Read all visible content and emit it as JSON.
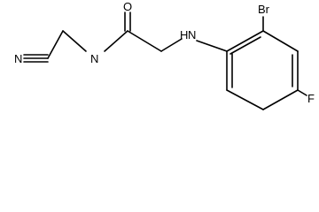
{
  "molecule": {
    "atoms": {
      "nitrile_n": "N",
      "amide_n": "N",
      "carbonyl_o": "O",
      "amine_n": "N",
      "amine_h": "H",
      "bromine": "Br",
      "fluorine": "F"
    },
    "colors": {
      "bond": "#000000",
      "label": "#000000",
      "background": "#ffffff"
    }
  }
}
